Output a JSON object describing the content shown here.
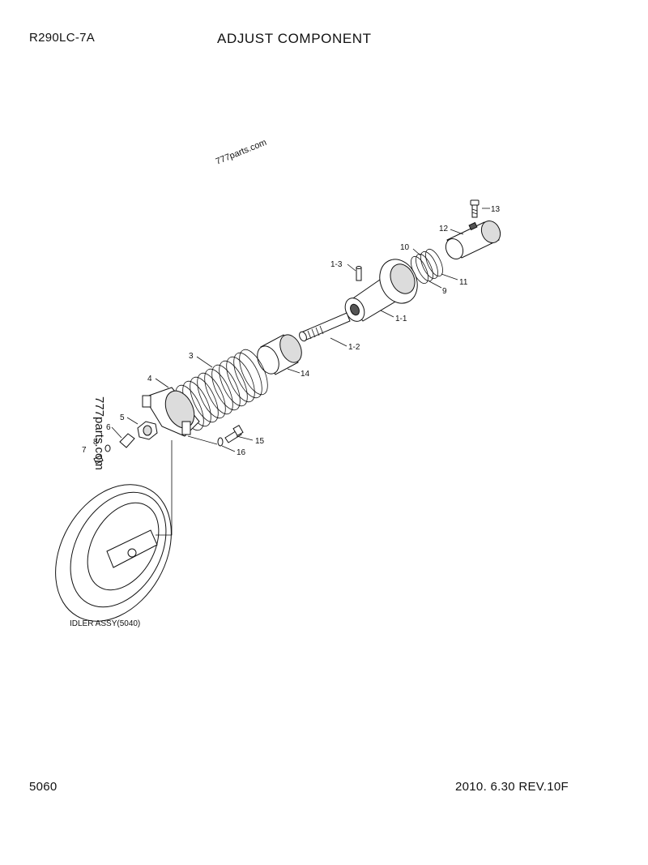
{
  "header": {
    "model": "R290LC-7A",
    "title": "ADJUST COMPONENT"
  },
  "footer": {
    "page_number": "5060",
    "revision": "2010. 6.30  REV.10F"
  },
  "watermarks": [
    "777parts.com",
    "777parts.com"
  ],
  "callouts": {
    "c13": "13",
    "c12": "12",
    "c10": "10",
    "c11": "11",
    "c9": "9",
    "c1_3": "1-3",
    "c1_1": "1-1",
    "c1_2": "1-2",
    "c3": "3",
    "c14": "14",
    "c4": "4",
    "c5": "5",
    "c6": "6",
    "c8": "8",
    "c7": "7",
    "c15": "15",
    "c16": "16"
  },
  "idler_note": "IDLER ASSY(5040)"
}
